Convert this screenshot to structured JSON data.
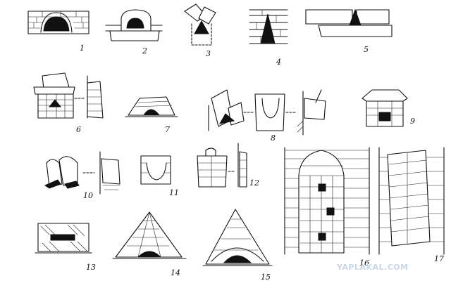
{
  "figures": [
    {
      "label": "1"
    },
    {
      "label": "2"
    },
    {
      "label": "3"
    },
    {
      "label": "4"
    },
    {
      "label": "5"
    },
    {
      "label": "6"
    },
    {
      "label": "7"
    },
    {
      "label": "8"
    },
    {
      "label": "9"
    },
    {
      "label": "10"
    },
    {
      "label": "11"
    },
    {
      "label": "12"
    },
    {
      "label": "13"
    },
    {
      "label": "14"
    },
    {
      "label": "15"
    },
    {
      "label": "16"
    },
    {
      "label": "17"
    }
  ],
  "watermark": "YAPLAKAL.COM",
  "colors": {
    "ink": "#111111",
    "paper": "#ffffff",
    "watermark": "#c9d6e3"
  }
}
